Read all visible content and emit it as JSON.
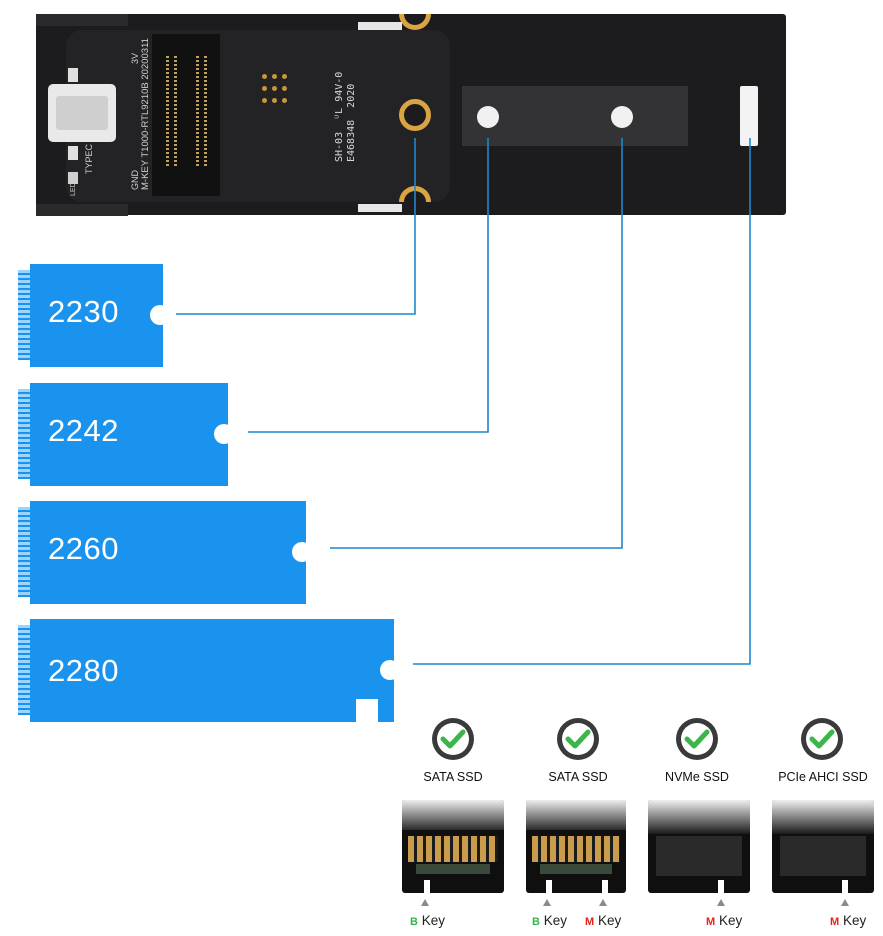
{
  "enclosure": {
    "port_label": "TYPEC",
    "led_label": "LED",
    "voltage_label": "3V",
    "gnd_label": "GND",
    "model_label": "M-KEY T1000-RTL9210B 20200311",
    "cert_text": "SH-03  ᵁL 94V-0\nE468348  2020"
  },
  "ssd_sizes": [
    {
      "label": "2230"
    },
    {
      "label": "2242"
    },
    {
      "label": "2260"
    },
    {
      "label": "2280"
    }
  ],
  "compatibility": [
    {
      "type": "SATA SSD",
      "keys": [
        {
          "letter": "B",
          "label": "Key",
          "color": "#39b54a"
        }
      ]
    },
    {
      "type": "SATA SSD",
      "keys": [
        {
          "letter": "B",
          "label": "Key",
          "color": "#39b54a"
        },
        {
          "letter": "M",
          "label": "Key",
          "color": "#e2231a"
        }
      ]
    },
    {
      "type": "NVMe SSD",
      "keys": [
        {
          "letter": "M",
          "label": "Key",
          "color": "#e2231a"
        }
      ]
    },
    {
      "type": "PCIe AHCI SSD",
      "keys": [
        {
          "letter": "M",
          "label": "Key",
          "color": "#e2231a"
        }
      ]
    }
  ],
  "colors": {
    "accent_blue": "#1a93ee",
    "leader_line": "#1f87cc",
    "check_green": "#3db54a",
    "gold": "#d9a441"
  }
}
